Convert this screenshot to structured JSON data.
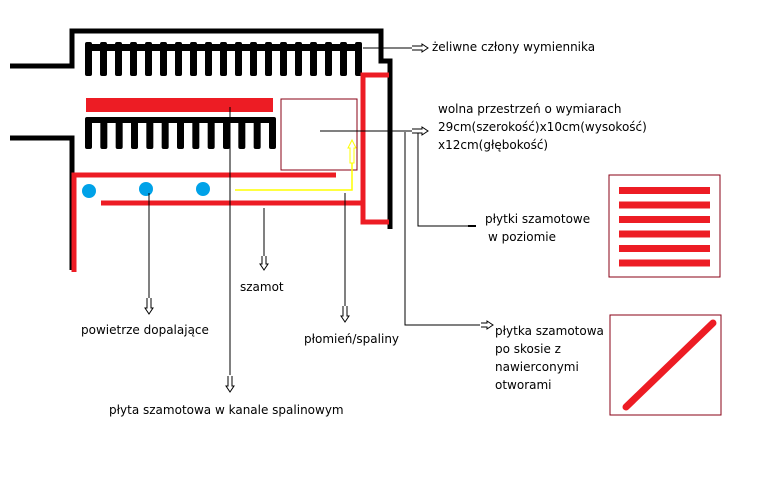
{
  "colors": {
    "outline": "#000000",
    "refractory": "#ed1c24",
    "air_inlet": "#00a2e8",
    "flame": "#ffff00",
    "free_space_box": "#880015"
  },
  "labels": {
    "heat_exchanger_sections": "żeliwne człony wymiennika",
    "free_space_line1": "wolna przestrzeń o wymiarach",
    "free_space_line2": "29cm(szerokość)x10cm(wysokość)",
    "free_space_line3": "x12cm(głębokość)",
    "horizontal_tiles_line1": "płytki szamotowe",
    "horizontal_tiles_line2": "w poziomie",
    "slanted_tile_line1": "płytka szamotowa",
    "slanted_tile_line2": "po skosie z",
    "slanted_tile_line3": "nawierconymi",
    "slanted_tile_line4": "otworami",
    "chamotte": "szamot",
    "secondary_air": "powietrze dopalające",
    "flame_flue_gas": "płomień/spaliny",
    "flue_channel_plate": "płyta szamotowa w kanale spalinowym"
  },
  "counts": {
    "upper_fins": 19,
    "lower_fins": 13,
    "air_holes": 3,
    "horizontal_tiles": 6
  }
}
